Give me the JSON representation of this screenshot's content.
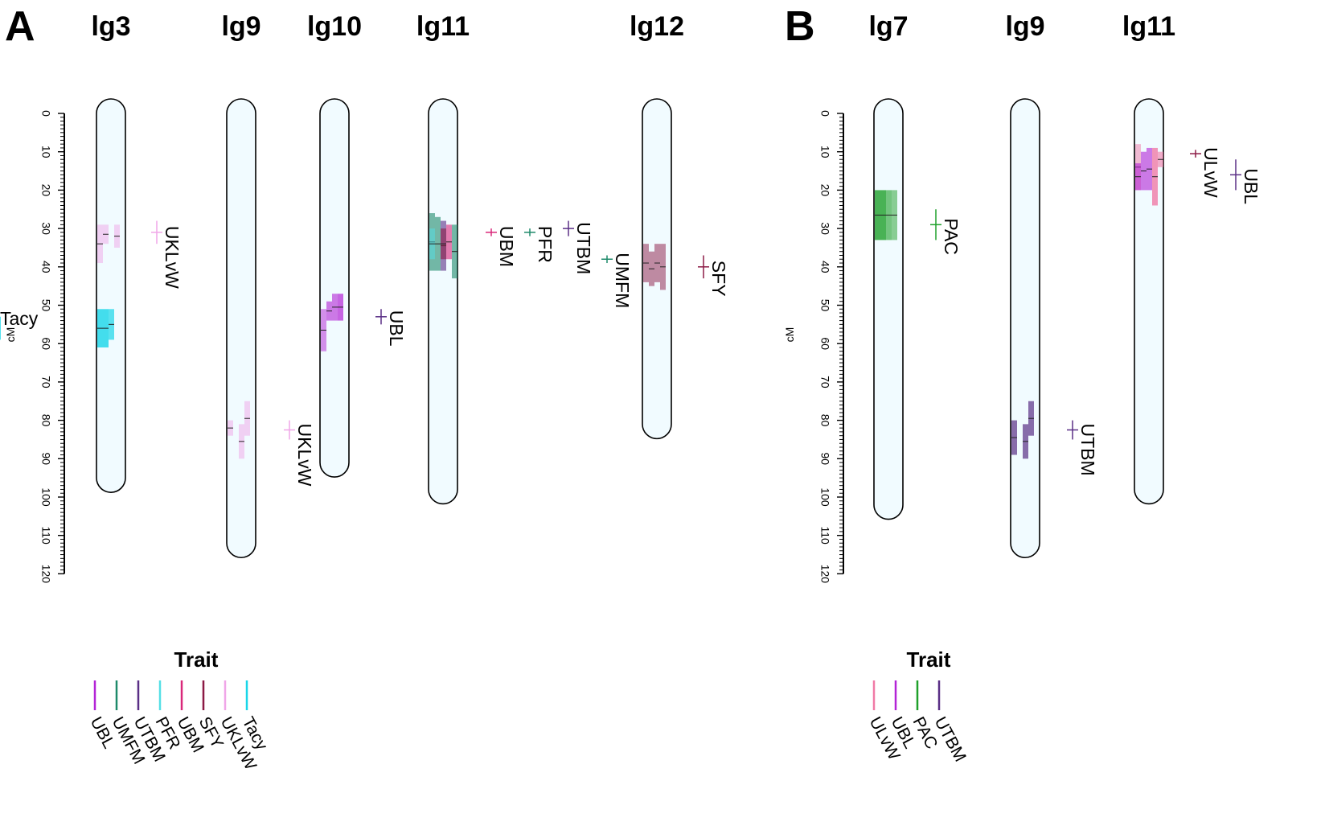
{
  "axis": {
    "unit": "cM",
    "ticks": [
      "0",
      "10",
      "20",
      "30",
      "40",
      "50",
      "60",
      "70",
      "80",
      "90",
      "100",
      "110",
      "120"
    ],
    "max_cM": 120
  },
  "colors": {
    "UBL": "#b323d6",
    "UMFM": "#1e8a6a",
    "UTBM": "#5a2f86",
    "PFR": "#54dfe6",
    "UBM": "#d9287a",
    "SFY": "#8c1a45",
    "UKLvW": "#f0a6e8",
    "Tacy": "#18d6e8",
    "ULvW": "#f07aa6",
    "PAC": "#1fa02a",
    "chromosome_fill": "#f1fbff"
  },
  "panels": [
    {
      "letter": "A",
      "legend": {
        "title": "Trait",
        "items": [
          "UBL",
          "UMFM",
          "UTBM",
          "PFR",
          "UBM",
          "SFY",
          "UKLvW",
          "Tacy"
        ]
      },
      "groups": [
        {
          "name": "lg3",
          "length": 95,
          "bars": [
            {
              "trait": "UKLvW",
              "col": 0,
              "from": 29,
              "to": 39,
              "opacity": 0.5
            },
            {
              "trait": "UKLvW",
              "col": 1,
              "from": 29,
              "to": 34,
              "opacity": 0.5
            },
            {
              "trait": "UKLvW",
              "col": 3,
              "from": 29,
              "to": 35,
              "opacity": 0.5
            },
            {
              "trait": "Tacy",
              "col": 0,
              "from": 51,
              "to": 61,
              "opacity": 0.8
            },
            {
              "trait": "Tacy",
              "col": 1,
              "from": 51,
              "to": 61,
              "opacity": 0.8
            },
            {
              "trait": "Tacy",
              "col": 2,
              "from": 51,
              "to": 59,
              "opacity": 0.7
            }
          ],
          "qtls": [
            {
              "trait": "UKLvW",
              "pos": 31,
              "from": 28,
              "to": 34,
              "label": "UKLvW"
            },
            {
              "trait": "Tacy",
              "pos": 55.5,
              "from": 53,
              "to": 59,
              "label": "Tacy"
            }
          ]
        },
        {
          "name": "lg9",
          "length": 112,
          "bars": [
            {
              "trait": "UKLvW",
              "col": 0,
              "from": 80,
              "to": 84,
              "opacity": 0.5
            },
            {
              "trait": "UKLvW",
              "col": 2,
              "from": 81,
              "to": 90,
              "opacity": 0.5
            },
            {
              "trait": "UKLvW",
              "col": 3,
              "from": 75,
              "to": 84,
              "opacity": 0.5
            }
          ],
          "qtls": [
            {
              "trait": "UKLvW",
              "pos": 82.5,
              "from": 80,
              "to": 85,
              "label": "UKLvW"
            }
          ]
        },
        {
          "name": "lg10",
          "length": 91,
          "bars": [
            {
              "trait": "UBL",
              "col": 0,
              "from": 51,
              "to": 62,
              "opacity": 0.5
            },
            {
              "trait": "UBL",
              "col": 1,
              "from": 49,
              "to": 54,
              "opacity": 0.6
            },
            {
              "trait": "UBL",
              "col": 2,
              "from": 47,
              "to": 54,
              "opacity": 0.6
            },
            {
              "trait": "UBL",
              "col": 3,
              "from": 47,
              "to": 54,
              "opacity": 0.7
            }
          ],
          "qtls": [
            {
              "trait": "UTBM",
              "pos": 53,
              "from": 51,
              "to": 55,
              "label": "UBL"
            }
          ]
        },
        {
          "name": "lg11",
          "length": 98,
          "bars": [
            {
              "trait": "UMFM",
              "col": 0,
              "from": 26,
              "to": 41,
              "opacity": 0.6
            },
            {
              "trait": "PFR",
              "col": 0,
              "from": 30,
              "to": 38,
              "opacity": 0.5
            },
            {
              "trait": "UMFM",
              "col": 1,
              "from": 27,
              "to": 41,
              "opacity": 0.6
            },
            {
              "trait": "UTBM",
              "col": 2,
              "from": 28,
              "to": 41,
              "opacity": 0.6
            },
            {
              "trait": "SFY",
              "col": 2,
              "from": 30,
              "to": 38,
              "opacity": 0.6
            },
            {
              "trait": "UBM",
              "col": 3,
              "from": 29,
              "to": 38,
              "opacity": 0.6
            },
            {
              "trait": "UMFM",
              "col": 4,
              "from": 29,
              "to": 43,
              "opacity": 0.6
            }
          ],
          "qtls": [
            {
              "trait": "UBM",
              "pos": 31,
              "from": 30,
              "to": 32,
              "label": "UBM"
            },
            {
              "trait": "UMFM",
              "pos": 31,
              "from": 30,
              "to": 32,
              "label": "PFR"
            },
            {
              "trait": "UTBM",
              "pos": 30,
              "from": 28,
              "to": 32,
              "label": "UTBM"
            },
            {
              "trait": "UMFM",
              "pos": 38,
              "from": 37,
              "to": 39,
              "label": "UMFM"
            }
          ]
        },
        {
          "name": "lg12",
          "length": 81,
          "bars": [
            {
              "trait": "SFY",
              "col": 0,
              "from": 34,
              "to": 44,
              "opacity": 0.5
            },
            {
              "trait": "SFY",
              "col": 1,
              "from": 36,
              "to": 45,
              "opacity": 0.5
            },
            {
              "trait": "SFY",
              "col": 2,
              "from": 34,
              "to": 44,
              "opacity": 0.5
            },
            {
              "trait": "SFY",
              "col": 3,
              "from": 34,
              "to": 46,
              "opacity": 0.5
            }
          ],
          "qtls": [
            {
              "trait": "SFY",
              "pos": 40,
              "from": 37,
              "to": 43,
              "label": "SFY"
            }
          ]
        }
      ]
    },
    {
      "letter": "B",
      "legend": {
        "title": "Trait",
        "items": [
          "ULvW",
          "UBL",
          "PAC",
          "UTBM"
        ]
      },
      "groups": [
        {
          "name": "lg7",
          "length": 102,
          "bars": [
            {
              "trait": "PAC",
              "col": 0,
              "from": 20,
              "to": 33,
              "opacity": 0.8
            },
            {
              "trait": "PAC",
              "col": 1,
              "from": 20,
              "to": 33,
              "opacity": 0.8
            },
            {
              "trait": "PAC",
              "col": 2,
              "from": 20,
              "to": 33,
              "opacity": 0.6
            },
            {
              "trait": "PAC",
              "col": 3,
              "from": 20,
              "to": 33,
              "opacity": 0.5
            }
          ],
          "qtls": [
            {
              "trait": "PAC",
              "pos": 29,
              "from": 25,
              "to": 33,
              "label": "PAC"
            }
          ]
        },
        {
          "name": "lg9",
          "length": 112,
          "bars": [
            {
              "trait": "UTBM",
              "col": 0,
              "from": 80,
              "to": 89,
              "opacity": 0.7
            },
            {
              "trait": "UTBM",
              "col": 2,
              "from": 81,
              "to": 90,
              "opacity": 0.7
            },
            {
              "trait": "UTBM",
              "col": 3,
              "from": 75,
              "to": 84,
              "opacity": 0.7
            }
          ],
          "qtls": [
            {
              "trait": "UTBM",
              "pos": 82.5,
              "from": 80,
              "to": 85,
              "label": "UTBM"
            }
          ]
        },
        {
          "name": "lg11",
          "length": 98,
          "bars": [
            {
              "trait": "ULvW",
              "col": 0,
              "from": 8,
              "to": 20,
              "opacity": 0.5
            },
            {
              "trait": "UBL",
              "col": 0,
              "from": 13,
              "to": 20,
              "opacity": 0.6
            },
            {
              "trait": "UBL",
              "col": 1,
              "from": 10,
              "to": 20,
              "opacity": 0.6
            },
            {
              "trait": "UBL",
              "col": 2,
              "from": 9,
              "to": 20,
              "opacity": 0.6
            },
            {
              "trait": "ULvW",
              "col": 3,
              "from": 9,
              "to": 24,
              "opacity": 0.8
            },
            {
              "trait": "ULvW",
              "col": 4,
              "from": 10,
              "to": 14,
              "opacity": 0.6
            }
          ],
          "qtls": [
            {
              "trait": "SFY",
              "pos": 10.5,
              "from": 9.5,
              "to": 11.5,
              "label": "ULvW"
            },
            {
              "trait": "UTBM",
              "pos": 16,
              "from": 12,
              "to": 20,
              "label": "UBL"
            }
          ]
        }
      ]
    }
  ]
}
